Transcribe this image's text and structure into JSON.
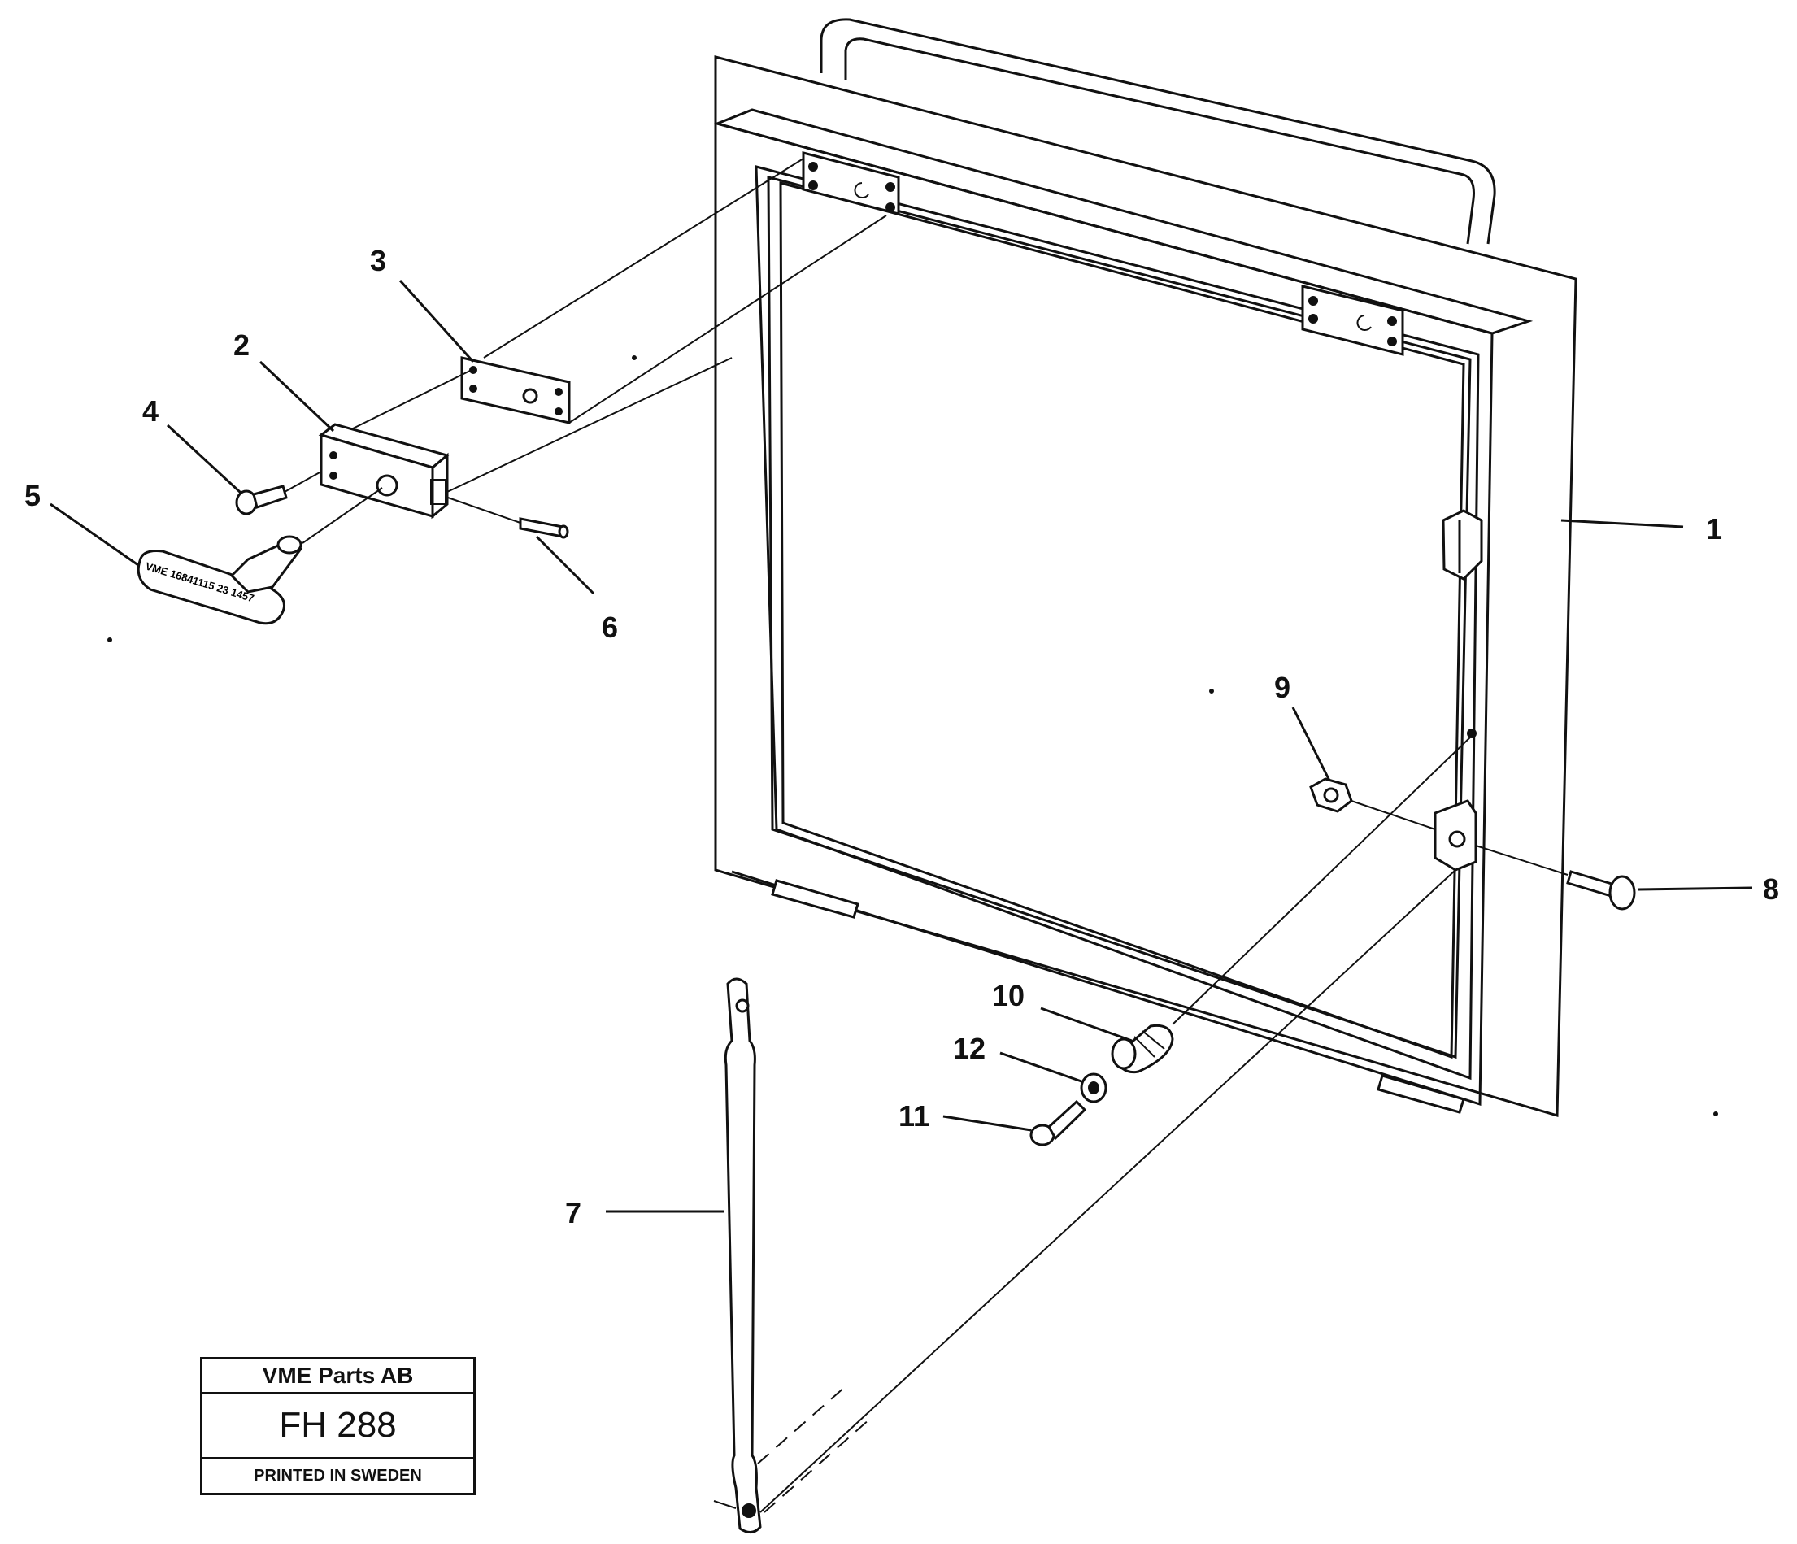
{
  "diagram": {
    "callouts": [
      {
        "number": "1",
        "part": "door-frame"
      },
      {
        "number": "2",
        "part": "lock-housing"
      },
      {
        "number": "3",
        "part": "mounting-plate"
      },
      {
        "number": "4",
        "part": "screw"
      },
      {
        "number": "5",
        "part": "key-handle"
      },
      {
        "number": "6",
        "part": "pin"
      },
      {
        "number": "7",
        "part": "support-stay"
      },
      {
        "number": "8",
        "part": "bolt"
      },
      {
        "number": "9",
        "part": "nut"
      },
      {
        "number": "10",
        "part": "spacer-bushing"
      },
      {
        "number": "11",
        "part": "screw"
      },
      {
        "number": "12",
        "part": "washer"
      }
    ],
    "key_text": "VME 16841115 23 1457"
  },
  "title_block": {
    "company": "VME Parts AB",
    "drawing_number": "FH 288",
    "footer": "PRINTED IN SWEDEN"
  }
}
